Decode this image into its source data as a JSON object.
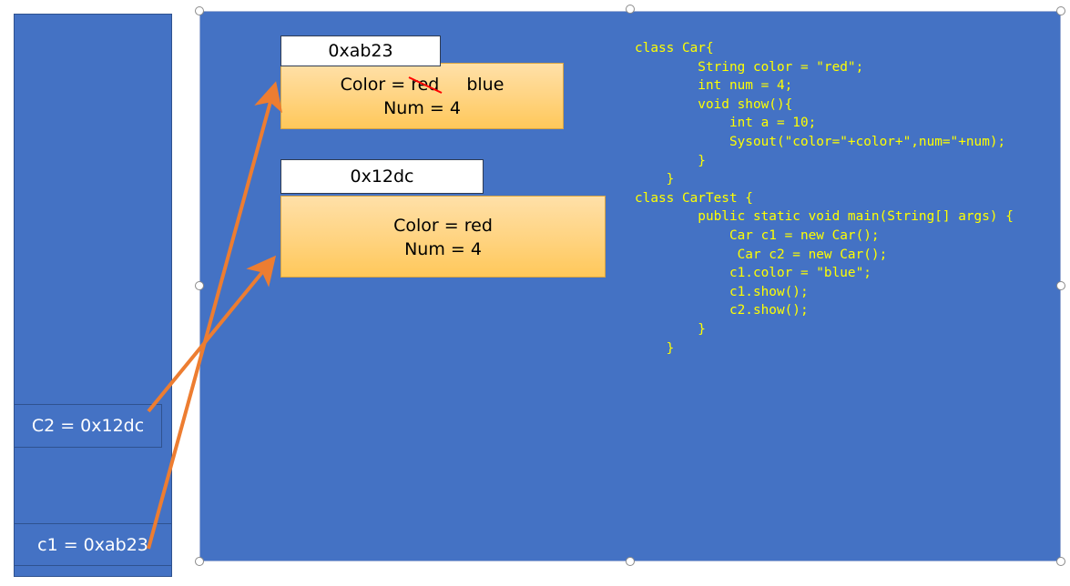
{
  "stack": {
    "c2_label": "C2 = 0x12dc",
    "c1_label": "c1 = 0xab23"
  },
  "heap": {
    "object1": {
      "address": "0xab23",
      "color_label": "Color = ",
      "color_old": "red",
      "color_new": "blue",
      "num_line": "Num = 4"
    },
    "object2": {
      "address": "0x12dc",
      "color_line": "Color  = red",
      "num_line": "Num = 4"
    }
  },
  "code": {
    "lines": [
      "class Car{",
      "        String color = \"red\";",
      "        int num = 4;",
      "        void show(){",
      "            int a = 10;",
      "            Sysout(\"color=\"+color+\",num=\"+num);",
      "        }",
      "    }",
      "class CarTest {",
      "        public static void main(String[] args) {",
      "            Car c1 = new Car();",
      "             Car c2 = new Car();",
      "            c1.color = \"blue\";",
      "            c1.show();",
      "            c2.show();",
      "        }",
      "    }"
    ]
  },
  "colors": {
    "panel": "#4472c4",
    "arrow": "#ed7d31",
    "code_text": "#ffff00",
    "strike": "#ff0000"
  }
}
